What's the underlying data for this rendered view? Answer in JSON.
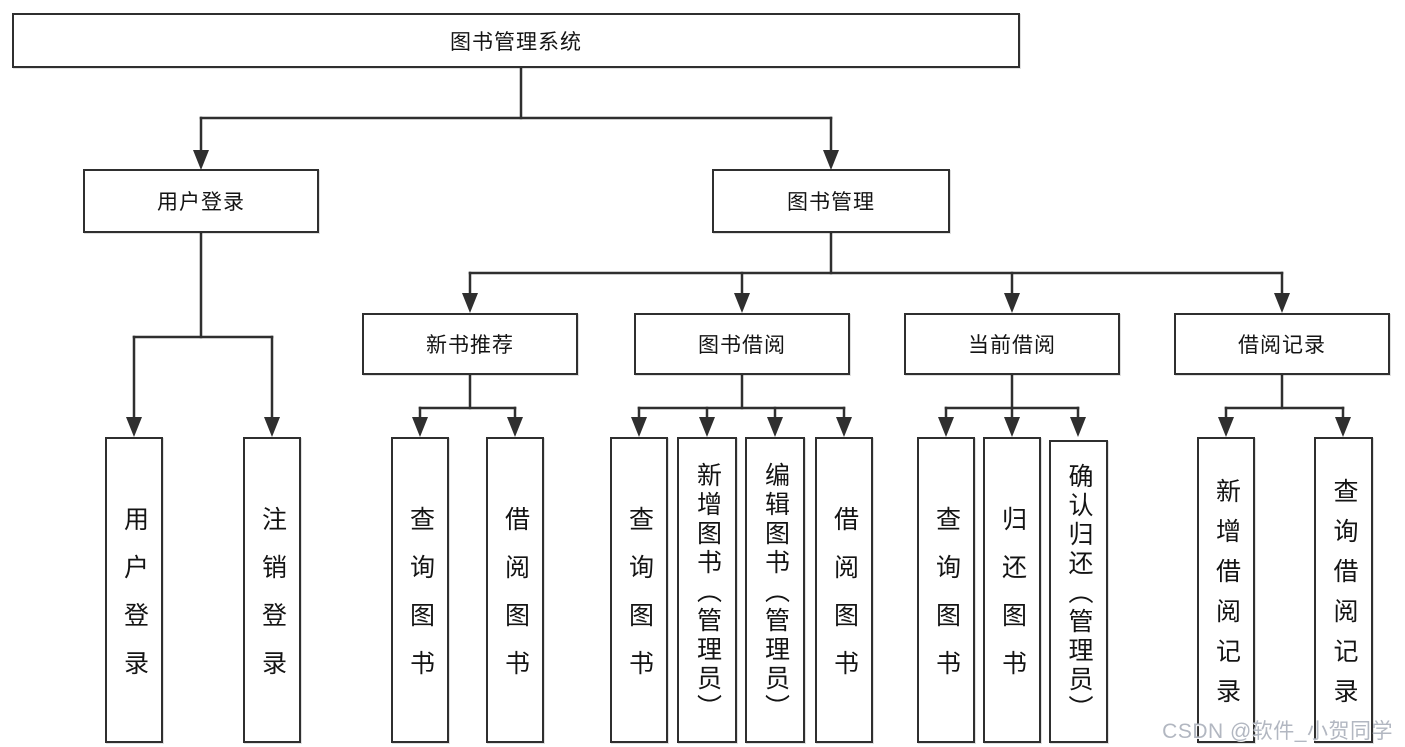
{
  "diagram": {
    "root": {
      "label": "图书管理系统"
    },
    "branches": [
      {
        "label": "用户登录",
        "children": [
          {
            "label": "用户登录"
          },
          {
            "label": "注销登录"
          }
        ]
      },
      {
        "label": "图书管理",
        "sections": [
          {
            "label": "新书推荐",
            "children": [
              {
                "label": "查询图书"
              },
              {
                "label": "借阅图书"
              }
            ]
          },
          {
            "label": "图书借阅",
            "children": [
              {
                "label": "查询图书"
              },
              {
                "label": "新增图书（管理员）"
              },
              {
                "label": "编辑图书（管理员）"
              },
              {
                "label": "借阅图书"
              }
            ]
          },
          {
            "label": "当前借阅",
            "children": [
              {
                "label": "查询图书"
              },
              {
                "label": "归还图书"
              },
              {
                "label": "确认归还（管理员）"
              }
            ]
          },
          {
            "label": "借阅记录",
            "children": [
              {
                "label": "新增借阅记录"
              },
              {
                "label": "查询借阅记录"
              }
            ]
          }
        ]
      }
    ],
    "colors": {
      "line": "#2f2f2f",
      "text": "#141414",
      "background": "#ffffff",
      "watermark": "#b2b7c1"
    },
    "watermark": "CSDN @软件_小贺同学"
  }
}
